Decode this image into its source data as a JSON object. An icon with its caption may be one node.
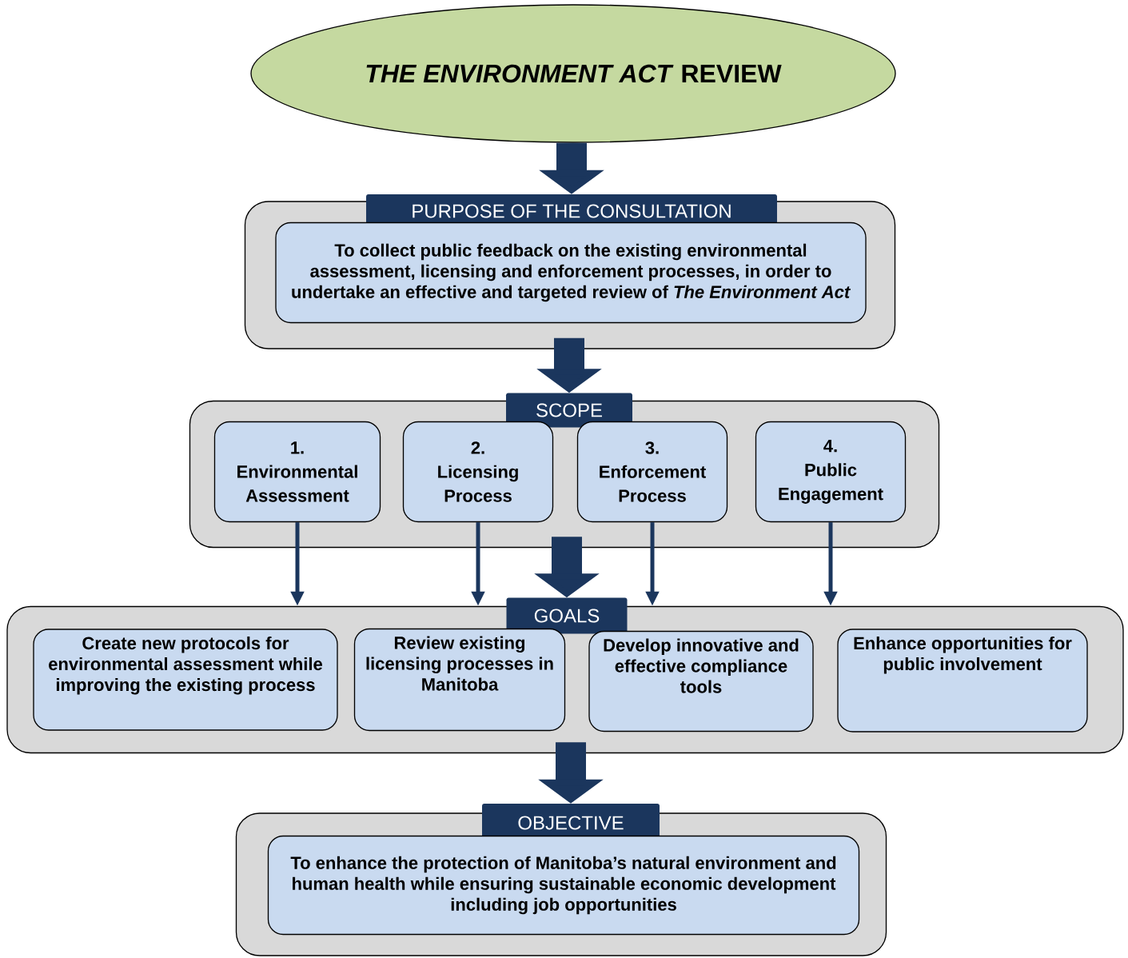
{
  "diagram": {
    "nodes": [
      {
        "text": [
          "*THE ENVIRONMENT ACT* REVIEW"
        ]
      },
      {
        "text": [
          "PURPOSE OF THE CONSULTATION"
        ]
      },
      {
        "text": [
          "To collect public feedback on the existing environmental assessment, licensing and enforcement processes, in order to undertake an effective and targeted review of *The Environment Act*"
        ],
        "in": 1
      },
      {
        "text": [
          "SCOPE"
        ]
      },
      {
        "text": [
          "1.",
          "Environmental Assessment"
        ],
        "in": 3
      },
      {
        "text": [
          "2.",
          "Licensing Process"
        ],
        "in": 3
      },
      {
        "text": [
          "3.",
          "Enforcement Process"
        ],
        "in": 3
      },
      {
        "text": [
          "4.",
          "Public Engagement"
        ],
        "in": 3
      },
      {
        "text": [
          "GOALS"
        ]
      },
      {
        "text": [
          "Create new protocols for environmental assessment while improving the existing process"
        ],
        "in": 8
      },
      {
        "text": [
          "Review existing licensing processes in Manitoba"
        ],
        "in": 8
      },
      {
        "text": [
          "Develop innovative and effective compliance tools"
        ],
        "in": 8
      },
      {
        "text": [
          "Enhance opportunities for public involvement"
        ],
        "in": 8
      },
      {
        "text": [
          "OBJECTIVE"
        ]
      },
      {
        "text": [
          "To enhance the protection of Manitoba’s natural environment and human health while ensuring sustainable economic development including job opportunities"
        ],
        "in": 13
      }
    ],
    "edges": [
      {
        "from": 0,
        "to": 1,
        "arrow": "to",
        "style": "thick"
      },
      {
        "from": 1,
        "to": 3,
        "arrow": "to",
        "style": "thick"
      },
      {
        "from": 4,
        "to": 8,
        "arrow": "to"
      },
      {
        "from": 5,
        "to": 8,
        "arrow": "to"
      },
      {
        "from": 6,
        "to": 8,
        "arrow": "to"
      },
      {
        "from": 7,
        "to": 8,
        "arrow": "to"
      },
      {
        "from": 3,
        "to": 8,
        "arrow": "to",
        "style": "thick"
      },
      {
        "from": 8,
        "to": 13,
        "arrow": "to",
        "style": "thick"
      }
    ]
  }
}
